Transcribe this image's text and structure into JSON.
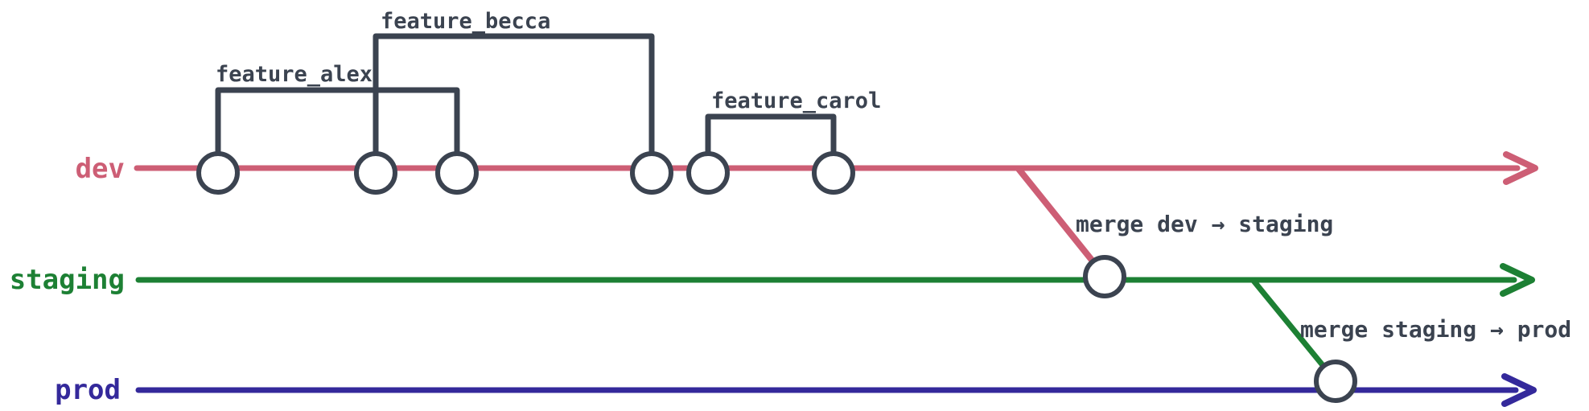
{
  "colors": {
    "dev": "#cd5e75",
    "staging": "#1d8034",
    "prod": "#34299b",
    "ink": "#3b4350",
    "commit_fill": "#ffffff",
    "background": "#ffffff"
  },
  "branches": [
    {
      "label": "dev",
      "commit_count": 6
    },
    {
      "label": "staging",
      "commit_count": 1
    },
    {
      "label": "prod",
      "commit_count": 1
    }
  ],
  "features": [
    {
      "label": "feature_alex"
    },
    {
      "label": "feature_becca"
    },
    {
      "label": "feature_carol"
    }
  ],
  "merges": [
    {
      "label": "merge dev → staging",
      "from": "dev",
      "to": "staging"
    },
    {
      "label": "merge staging → prod",
      "from": "staging",
      "to": "prod"
    }
  ]
}
